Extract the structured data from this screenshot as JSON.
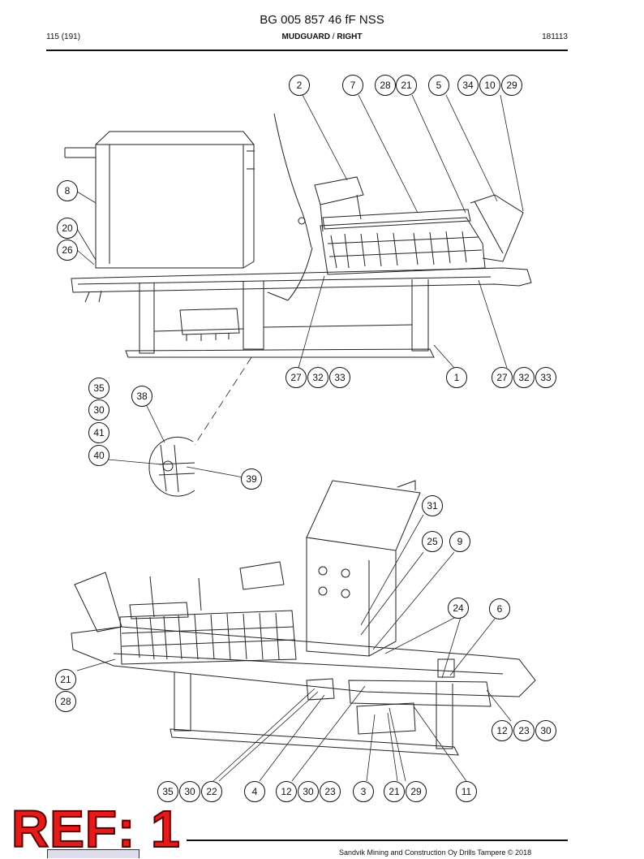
{
  "header": {
    "doc_title": "BG 005 857 46 fF NSS",
    "page": "115 (191)",
    "section_bold": "MUDGUARD",
    "section_sep": " / ",
    "section_sub": "RIGHT",
    "date_code": "181113"
  },
  "callouts": {
    "c2": "2",
    "c7": "7",
    "c28a": "28",
    "c21a": "21",
    "c5": "5",
    "c34": "34",
    "c10a": "10",
    "c29a": "29",
    "c8": "8",
    "c20": "20",
    "c26": "26",
    "c27a": "27",
    "c32a": "32",
    "c33a": "33",
    "c1": "1",
    "c27b": "27",
    "c32b": "32",
    "c33b": "33",
    "c35a": "35",
    "c30a": "30",
    "c41": "41",
    "c40": "40",
    "c38": "38",
    "c39": "39",
    "c31": "31",
    "c25": "25",
    "c9": "9",
    "c24": "24",
    "c6": "6",
    "c21b": "21",
    "c28b": "28",
    "c12a": "12",
    "c23a": "23",
    "c30b": "30",
    "c35b": "35",
    "c30c": "30",
    "c22": "22",
    "c4": "4",
    "c12b": "12",
    "c30d": "30",
    "c23b": "23",
    "c3": "3",
    "c21c": "21",
    "c29b": "29",
    "c11": "11"
  },
  "stamp": "REF: 1",
  "footer": "Sandvik Mining and Construction Oy Drills Tampere © 2018"
}
